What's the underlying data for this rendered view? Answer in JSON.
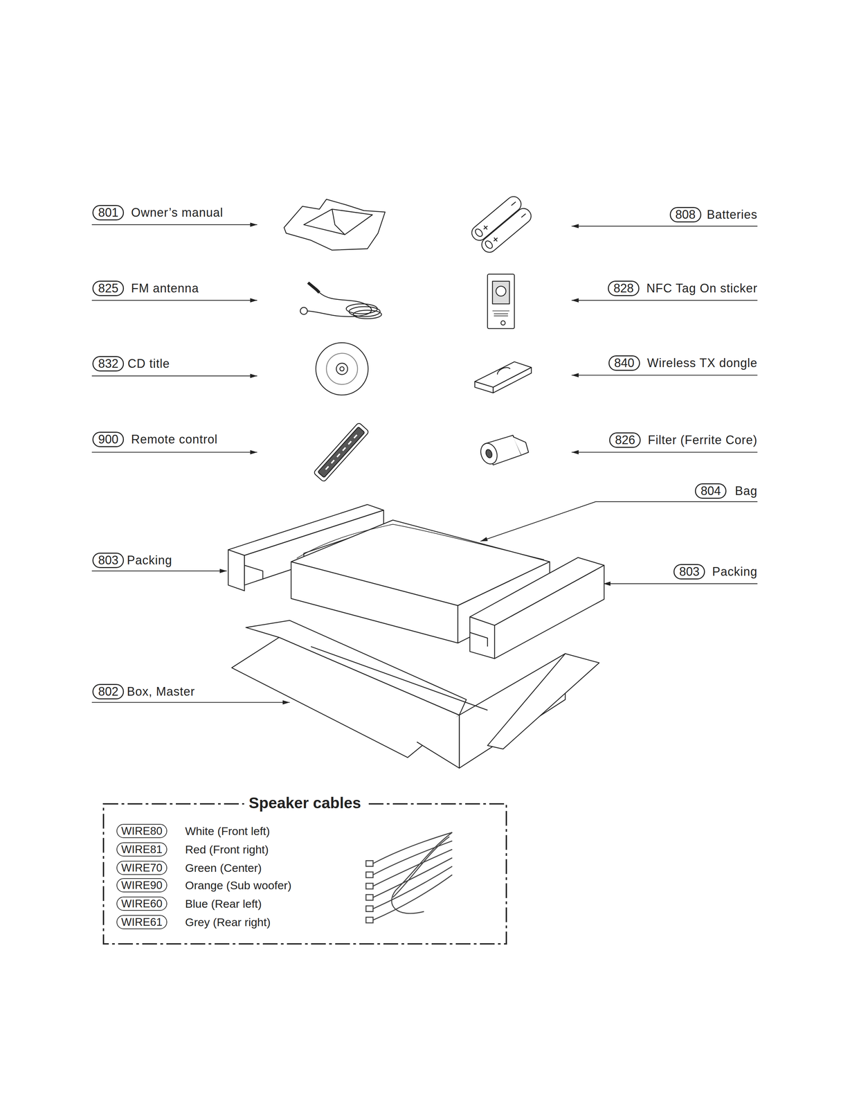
{
  "diagram": {
    "nodes": [
      {
        "text": [
          "Speaker cables"
        ]
      }
    ],
    "labels": [
      "801",
      "Owner’s manual",
      "808",
      "Batteries",
      "825",
      "FM antenna",
      "828",
      "NFC Tag On sticker",
      "832",
      "CD title",
      "840",
      "Wireless TX dongle",
      "900",
      "Remote control",
      "826",
      "Filter (Ferrite Core)",
      "804",
      "Bag",
      "803",
      "Packing",
      "803",
      "Packing",
      "802",
      "Box, Master",
      "WIRE80",
      "White (Front left)",
      "WIRE81",
      "Red (Front right)",
      "WIRE70",
      "Green (Center)",
      "WIRE90",
      "Orange (Sub woofer)",
      "WIRE60",
      "Blue (Rear left)",
      "WIRE61",
      "Grey (Rear right)"
    ]
  }
}
